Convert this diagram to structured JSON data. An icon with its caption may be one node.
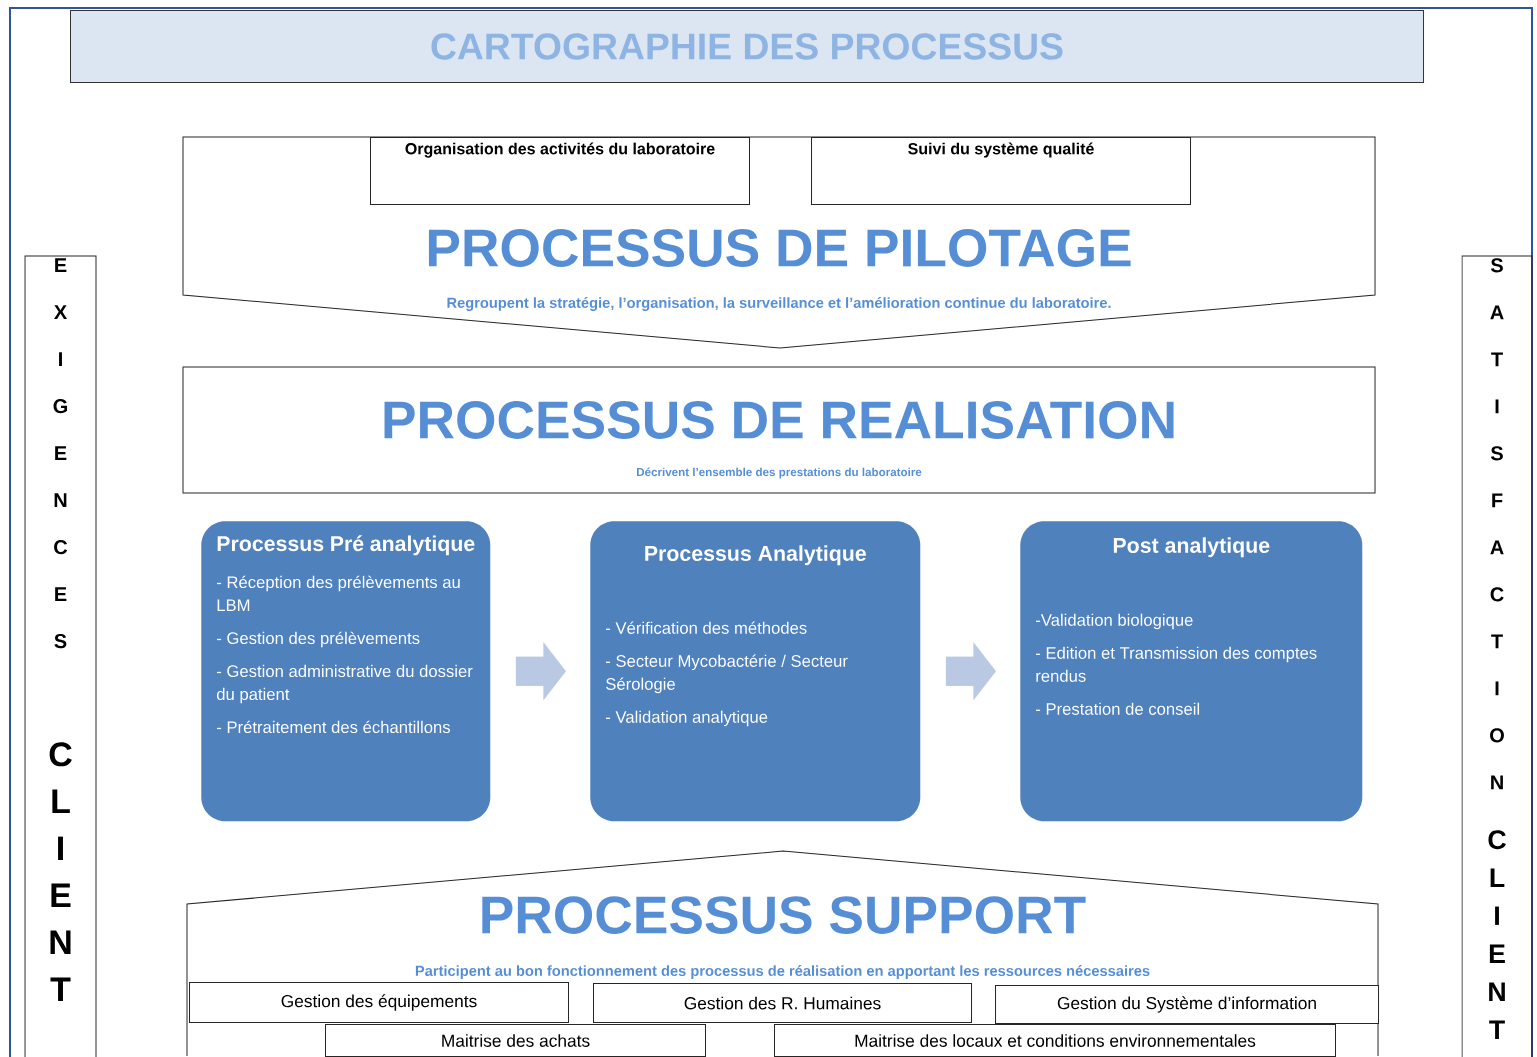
{
  "diagram": {
    "title": "CARTOGRAPHIE DES PROCESSUS",
    "nodes": [
      {
        "text": [
          "EXIGENCES",
          "CLIENT"
        ]
      },
      {
        "text": [
          "PROCESSUS DE PILOTAGE",
          "Regroupent la stratégie, l’organisation, la surveillance et l’amélioration continue du laboratoire."
        ]
      },
      {
        "text": [
          "Organisation des activités du laboratoire"
        ],
        "in": 1
      },
      {
        "text": [
          "Suivi du système qualité"
        ],
        "in": 1
      },
      {
        "text": [
          "PROCESSUS DE REALISATION",
          "Décrivent l’ensemble des prestations du laboratoire"
        ]
      },
      {
        "text": [
          "Processus Pré analytique",
          "- Réception des prélèvements au LBM",
          "- Gestion des prélèvements",
          "- Gestion administrative du dossier du patient",
          "- Prétraitement des échantillons"
        ]
      },
      {
        "text": [
          "Processus Analytique",
          "- Vérification des méthodes",
          "- Secteur Mycobactérie / Secteur Sérologie",
          "- Validation analytique"
        ]
      },
      {
        "text": [
          "Post analytique",
          "-Validation biologique",
          "- Edition et Transmission des comptes rendus",
          "- Prestation de conseil"
        ]
      },
      {
        "text": [
          "PROCESSUS SUPPORT",
          "Participent au bon fonctionnement des processus de réalisation en apportant les ressources nécessaires"
        ]
      },
      {
        "text": [
          "Gestion des équipements"
        ],
        "in": 8
      },
      {
        "text": [
          "Gestion des R. Humaines"
        ],
        "in": 8
      },
      {
        "text": [
          "Gestion du Système d’information"
        ],
        "in": 8
      },
      {
        "text": [
          "Maitrise des achats"
        ],
        "in": 8
      },
      {
        "text": [
          "Maitrise des locaux et conditions environnementales"
        ],
        "in": 8
      },
      {
        "text": [
          "SATISFACTION",
          "CLIENT"
        ]
      }
    ],
    "edges": [
      {
        "from": 5,
        "to": 6,
        "arrow": "to"
      },
      {
        "from": 6,
        "to": 7,
        "arrow": "to"
      }
    ]
  }
}
